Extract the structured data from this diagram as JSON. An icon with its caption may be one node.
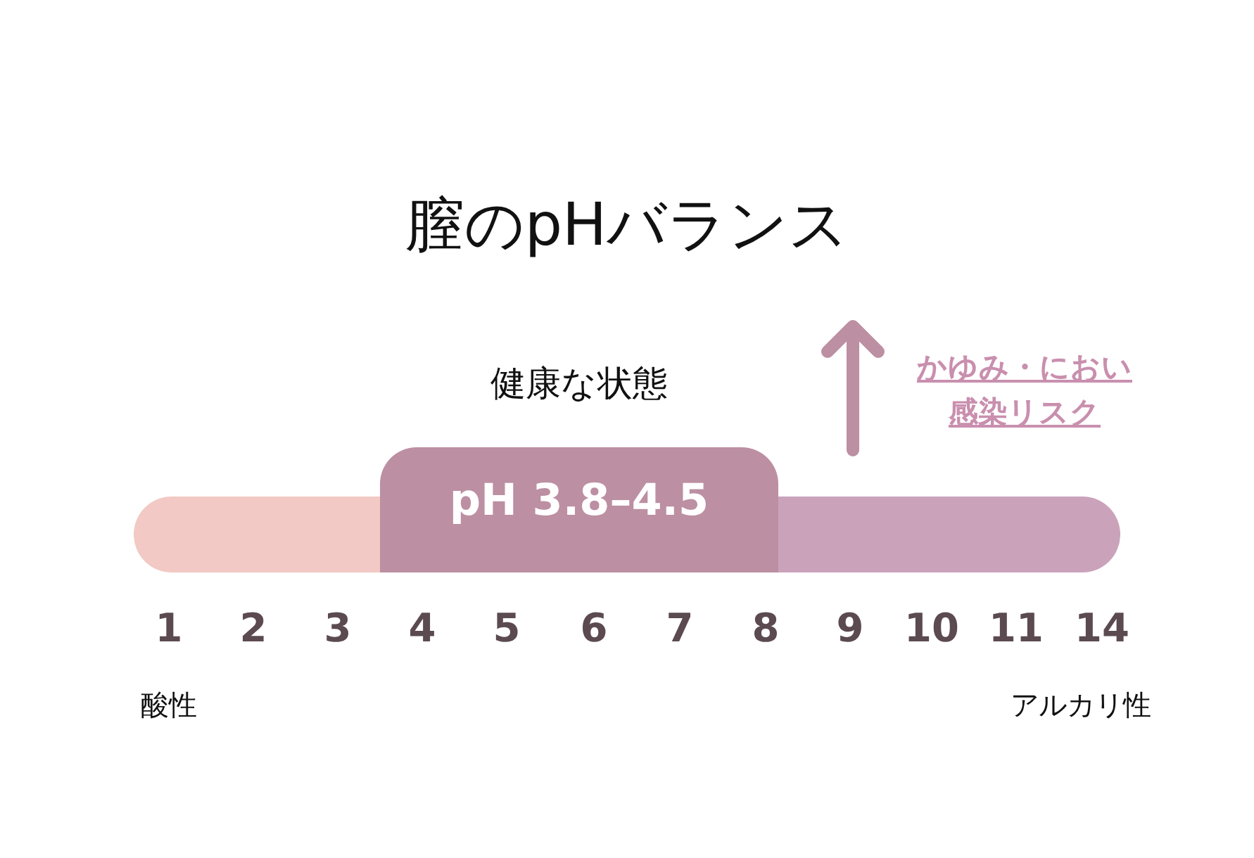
{
  "diagram": {
    "title": "膣のpHバランス",
    "nodes": [
      {
        "text": [],
        "shape": "bar"
      },
      {
        "text": [
          "pH 3.8–4.5"
        ],
        "beside": [
          "健康な状態"
        ]
      },
      {
        "text": [],
        "shape": "bar"
      }
    ],
    "labels": [
      "かゆみ・におい感染リスク",
      "1",
      "2",
      "3",
      "4",
      "5",
      "6",
      "7",
      "8",
      "9",
      "10",
      "11",
      "14",
      "酸性",
      "アルカリ性"
    ]
  }
}
